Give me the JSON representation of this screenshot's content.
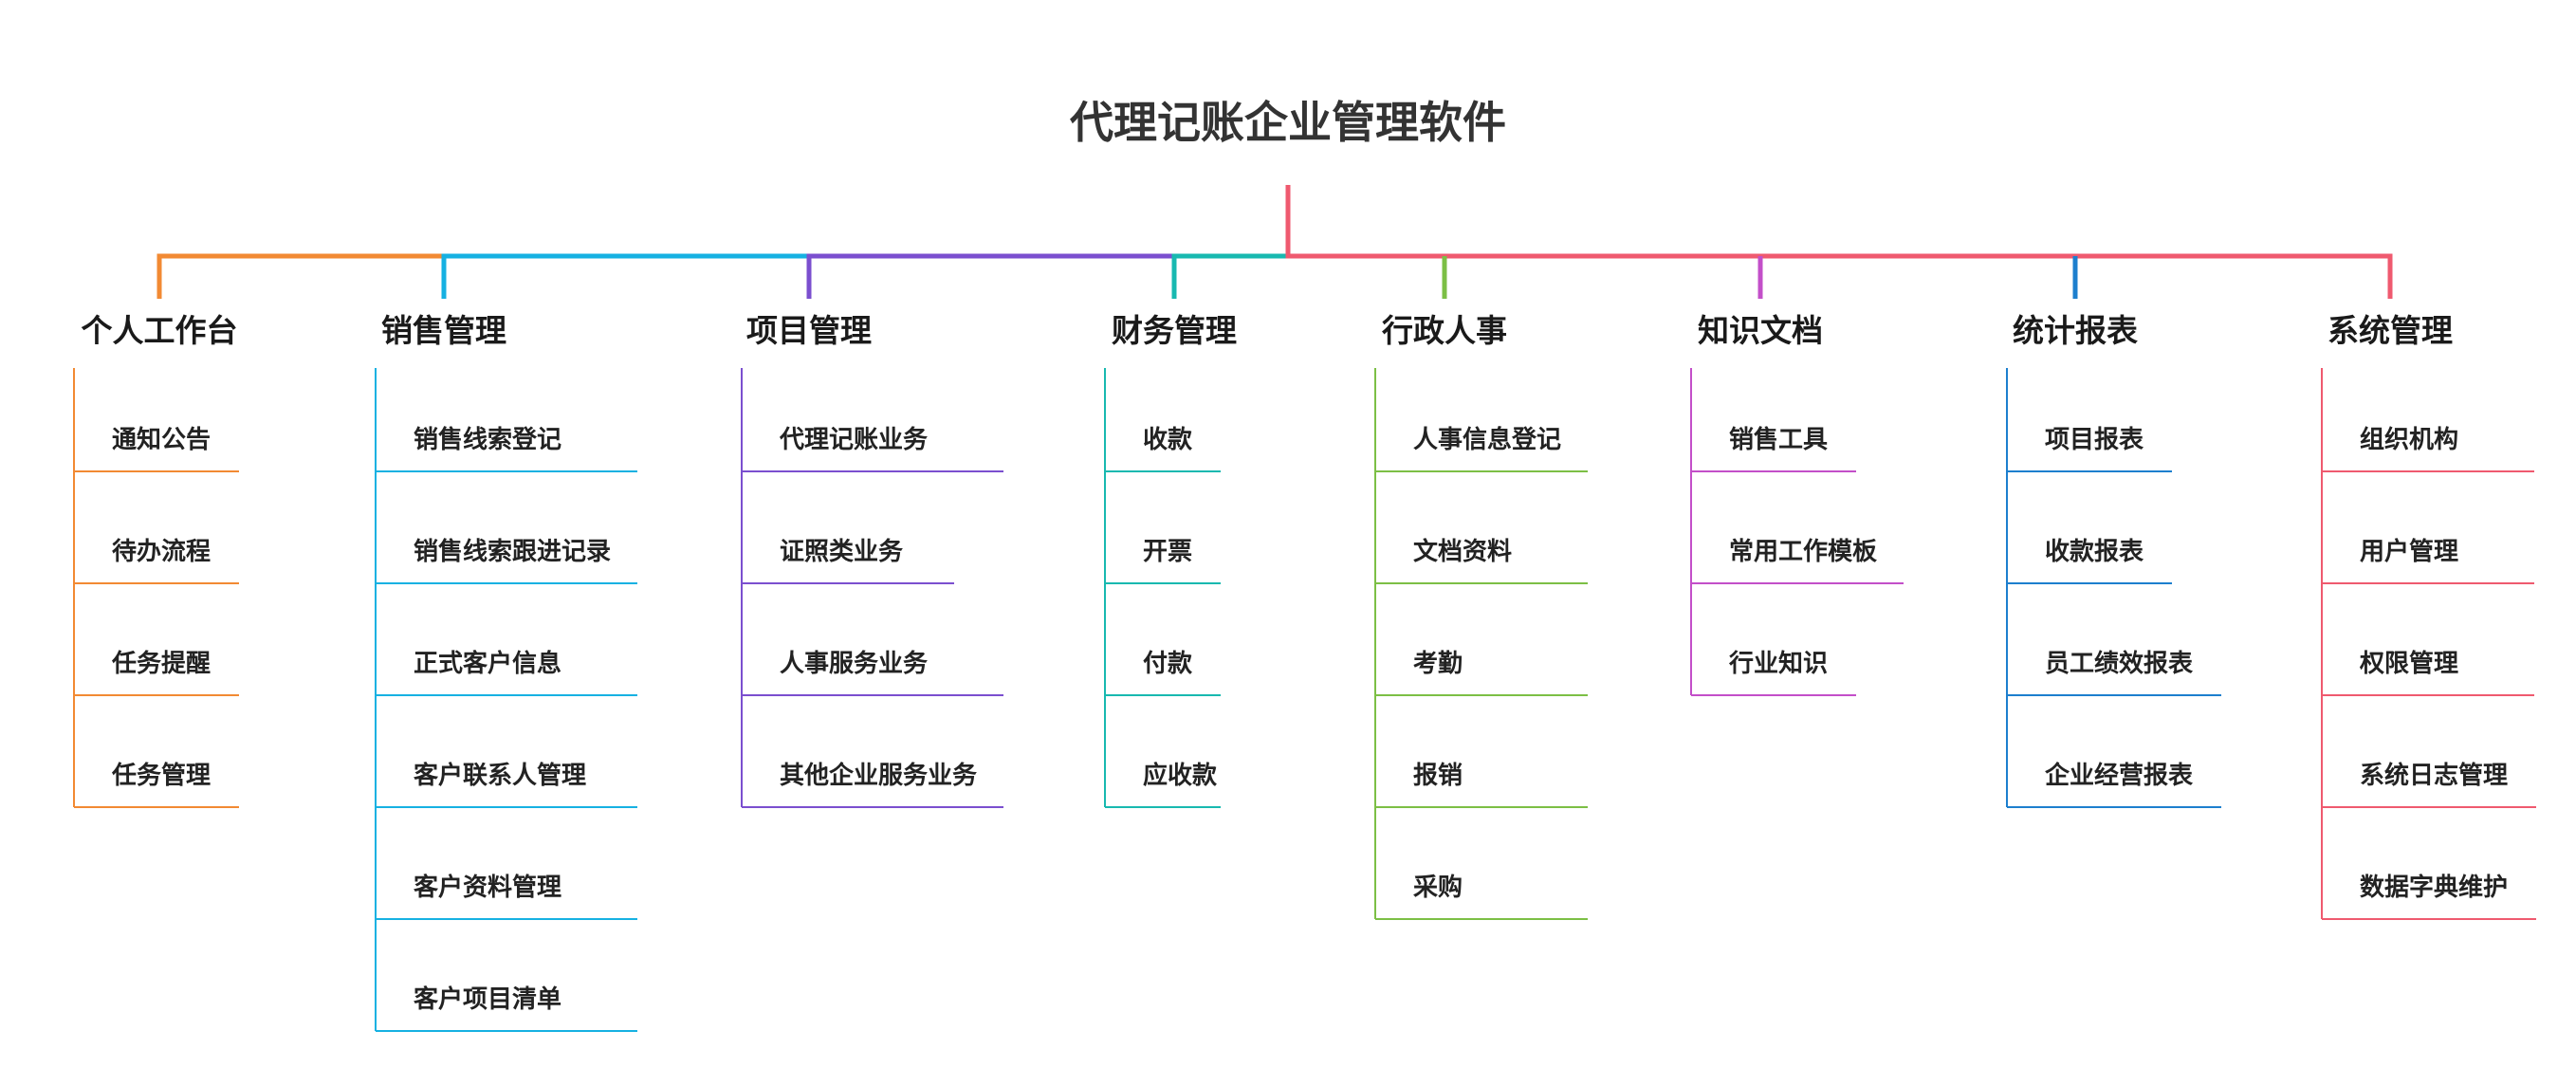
{
  "root": {
    "title": "代理记账企业管理软件",
    "color": "#ef5a6f"
  },
  "categories": [
    {
      "label": "个人工作台",
      "color": "#f28a33",
      "items": [
        "通知公告",
        "待办流程",
        "任务提醒",
        "任务管理"
      ]
    },
    {
      "label": "销售管理",
      "color": "#16b1e2",
      "items": [
        "销售线索登记",
        "销售线索跟进记录",
        "正式客户信息",
        "客户联系人管理",
        "客户资料管理",
        "客户项目清单"
      ]
    },
    {
      "label": "项目管理",
      "color": "#7b4fcf",
      "items": [
        "代理记账业务",
        "证照类业务",
        "人事服务业务",
        "其他企业服务业务"
      ]
    },
    {
      "label": "财务管理",
      "color": "#18b9b0",
      "items": [
        "收款",
        "开票",
        "付款",
        "应收款"
      ]
    },
    {
      "label": "行政人事",
      "color": "#7cbf45",
      "items": [
        "人事信息登记",
        "文档资料",
        "考勤",
        "报销",
        "采购"
      ]
    },
    {
      "label": "知识文档",
      "color": "#c34fc9",
      "items": [
        "销售工具",
        "常用工作模板",
        "行业知识"
      ]
    },
    {
      "label": "统计报表",
      "color": "#1d7fce",
      "items": [
        "项目报表",
        "收款报表",
        "员工绩效报表",
        "企业经营报表"
      ]
    },
    {
      "label": "系统管理",
      "color": "#ef5a6f",
      "items": [
        "组织机构",
        "用户管理",
        "权限管理",
        "系统日志管理",
        "数据字典维护"
      ]
    }
  ]
}
